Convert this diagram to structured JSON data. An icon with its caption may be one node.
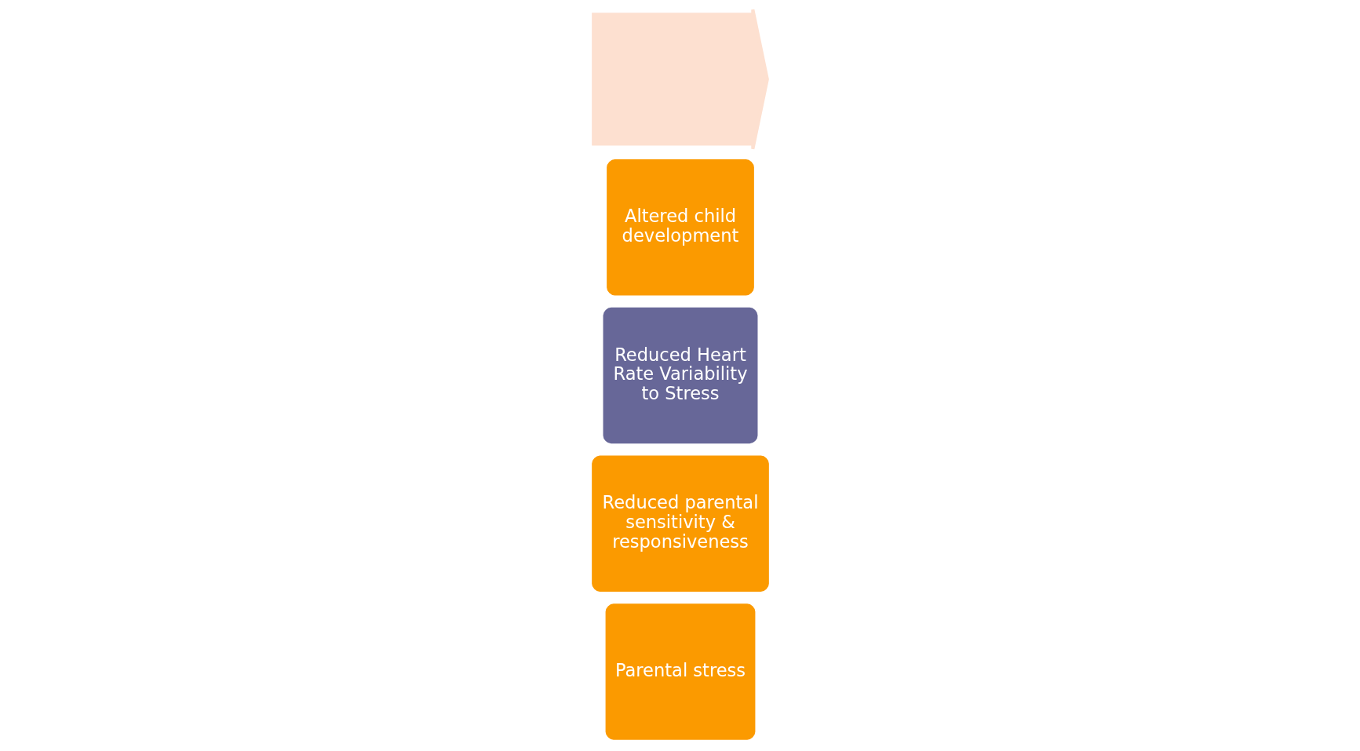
{
  "diagram": {
    "nodes": [
      {
        "text": [
          "Parental stress"
        ]
      },
      {
        "text": [
          "Reduced parental sensitivity & responsiveness"
        ]
      },
      {
        "text": [
          "Reduced Heart Rate Variability to Stress"
        ]
      },
      {
        "text": [
          "Altered child development"
        ]
      },
      {
        "text": [],
        "shape": "arrow"
      }
    ]
  }
}
